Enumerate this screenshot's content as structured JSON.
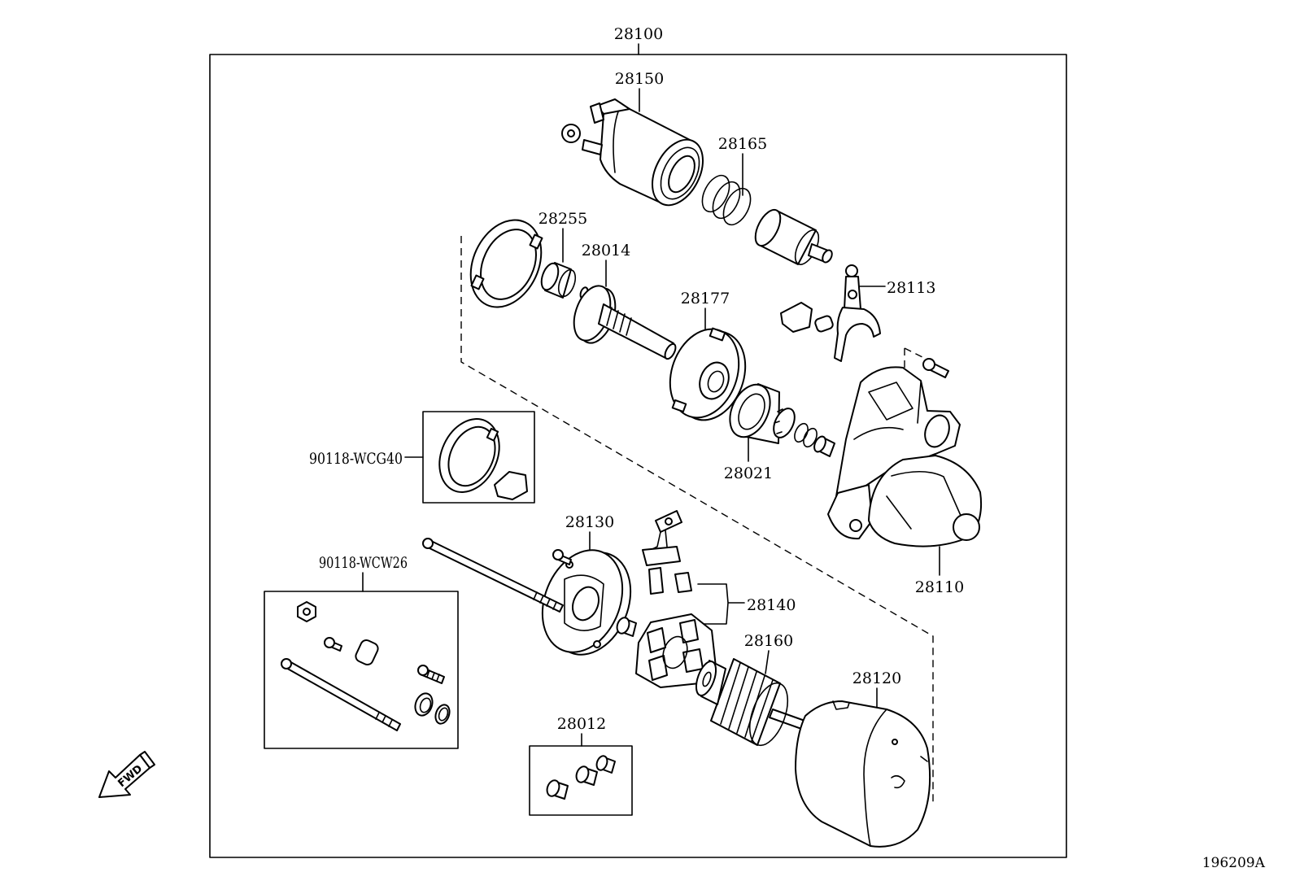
{
  "colors": {
    "line": "#000000",
    "background": "#ffffff"
  },
  "fwd_label": "FWD",
  "drawing_number": "196209A",
  "callouts": {
    "starter_assembly": "28100",
    "solenoid": "28150",
    "spring": "28165",
    "bearing": "28255",
    "drive_shaft": "28014",
    "drive_lever": "28113",
    "drive_cover": "28177",
    "ring_kit": "90118-WCG40",
    "clutch": "28021",
    "end_frame": "28130",
    "hardware_kit": "90118-WCW26",
    "housing": "28110",
    "brush_holder": "28140",
    "armature": "28160",
    "yoke": "28120",
    "bushing_kit": "28012"
  }
}
